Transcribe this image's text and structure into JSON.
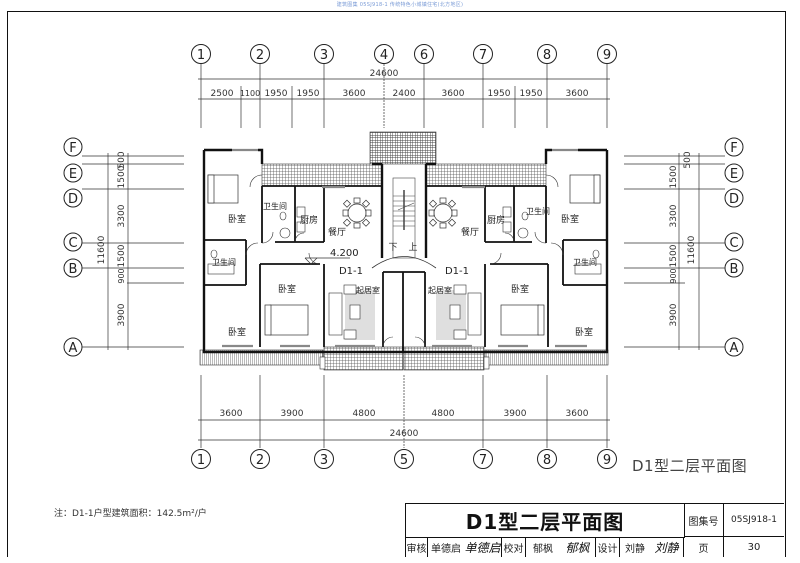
{
  "watermark": "建筑图集 05SJ918-1 传统特色小城镇住宅(北方地区)",
  "drawing": {
    "top_axes": [
      "1",
      "2",
      "3",
      "4",
      "6",
      "7",
      "8",
      "9"
    ],
    "top_total": "24600",
    "top_dims": [
      "2500",
      "1100",
      "1950",
      "1950",
      "3600",
      "2400",
      "3600",
      "1950",
      "1950",
      "3600"
    ],
    "bottom_axes": [
      "1",
      "2",
      "3",
      "5",
      "7",
      "8",
      "9"
    ],
    "bottom_total": "24600",
    "bottom_dims": [
      "3600",
      "3900",
      "4800",
      "4800",
      "3900",
      "3600"
    ],
    "side_axes": [
      "F",
      "E",
      "D",
      "C",
      "B",
      "A"
    ],
    "side_total": "11600",
    "side_dims": [
      "500",
      "1500",
      "3300",
      "1500",
      "900",
      "3900"
    ],
    "elevation": "4.200",
    "unit_label": "D1-1",
    "rooms": {
      "bedroom": "卧室",
      "bathroom": "卫生间",
      "kitchen": "厨房",
      "dining": "餐厅",
      "living": "起居室",
      "stair_down": "下",
      "stair_up": "上"
    }
  },
  "note": "注：D1-1户型建筑面积：142.5m²/户",
  "plan_caption": "D1型二层平面图",
  "title_block": {
    "title": "D1型二层平面图",
    "atlas_label": "图集号",
    "atlas_no": "05SJ918-1",
    "page_label": "页",
    "page_no": "30",
    "review_label": "审核",
    "reviewer": "单德启",
    "reviewer_sig": "单德启",
    "check_label": "校对",
    "checker": "郁枫",
    "checker_sig": "郁枫",
    "design_label": "设计",
    "designer": "刘静",
    "designer_sig": "刘静"
  }
}
